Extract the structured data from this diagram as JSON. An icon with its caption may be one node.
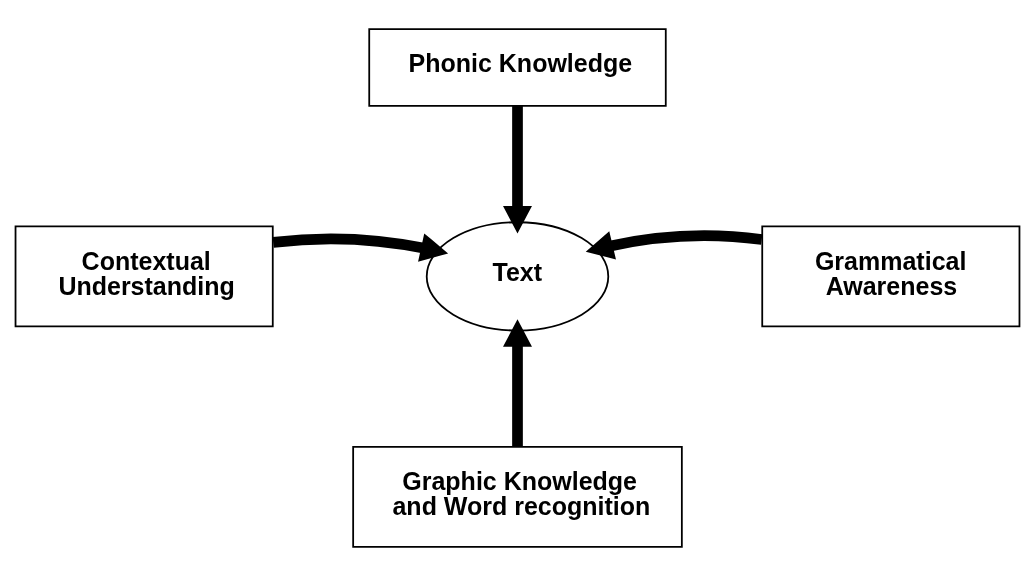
{
  "diagram": {
    "nodes": [
      {
        "text": [
          "Phonic Knowledge"
        ]
      },
      {
        "text": [
          "Contextual Understanding"
        ]
      },
      {
        "text": [
          "Text"
        ]
      },
      {
        "text": [
          "Grammatical Awareness"
        ]
      },
      {
        "text": [
          "Graphic Knowledge and Word recognition"
        ]
      }
    ],
    "edges": [
      {
        "from": 0,
        "to": 2,
        "arrow": "to"
      },
      {
        "from": 1,
        "to": 2,
        "arrow": "to"
      },
      {
        "from": 3,
        "to": 2,
        "arrow": "to"
      },
      {
        "from": 4,
        "to": 2,
        "arrow": "to"
      }
    ]
  }
}
